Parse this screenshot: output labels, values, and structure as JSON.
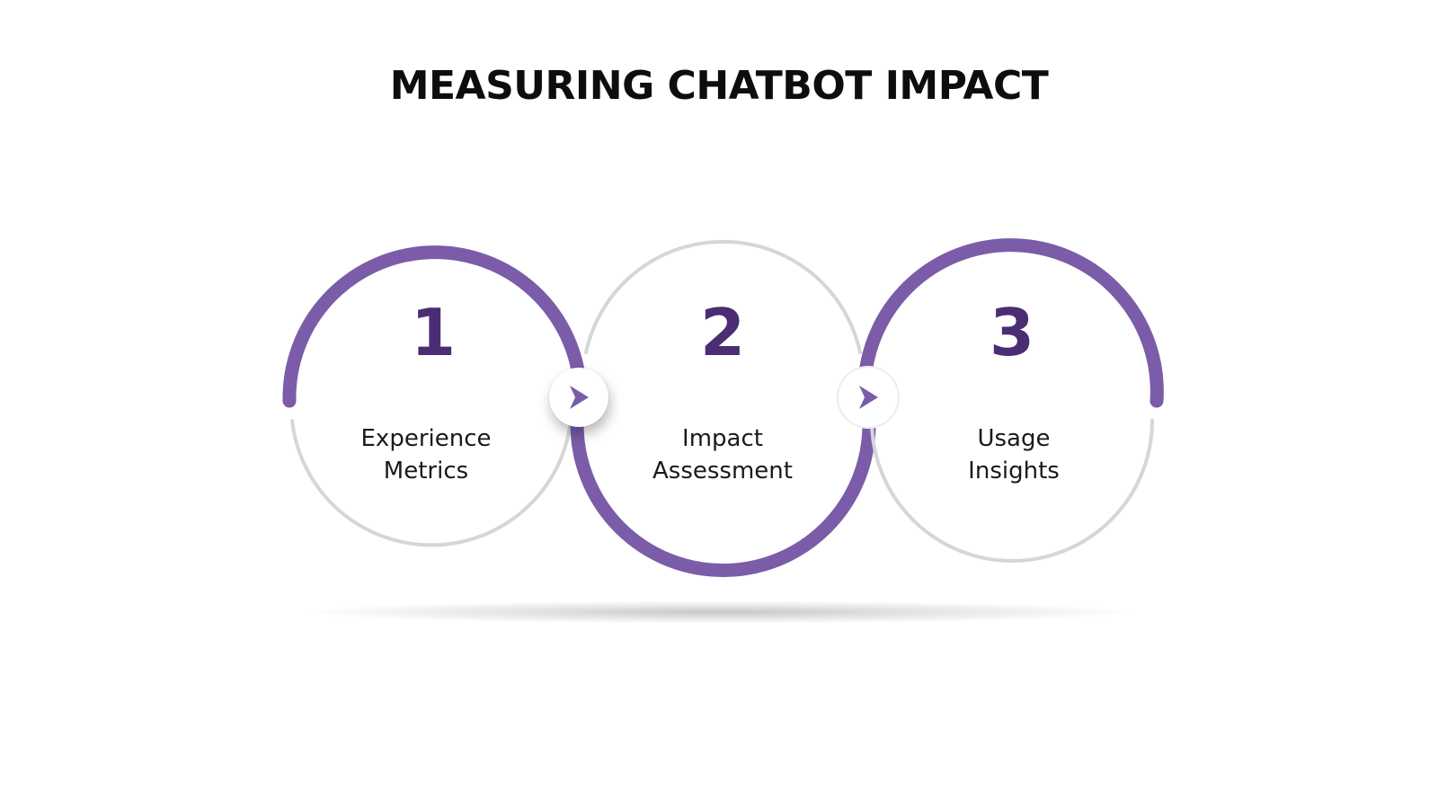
{
  "title": "MEASURING CHATBOT IMPACT",
  "colors": {
    "accent": "#7b5ca8",
    "number": "#4a2d73",
    "ring_gray": "#d6d6d6",
    "text": "#1a1a1a"
  },
  "steps": [
    {
      "number": "1",
      "label_line1": "Experience",
      "label_line2": "Metrics"
    },
    {
      "number": "2",
      "label_line1": "Impact",
      "label_line2": "Assessment"
    },
    {
      "number": "3",
      "label_line1": "Usage",
      "label_line2": "Insights"
    }
  ],
  "connectors": [
    {
      "icon": "play-arrow-icon"
    },
    {
      "icon": "play-arrow-icon"
    }
  ]
}
